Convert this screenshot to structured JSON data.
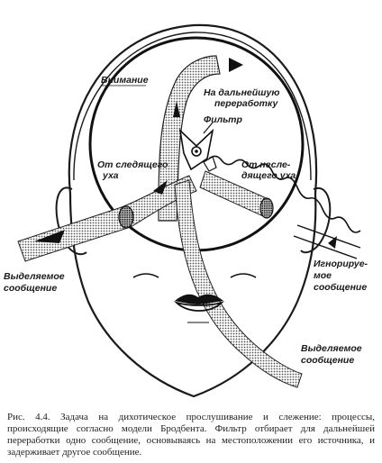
{
  "labels": {
    "attention": "Внимание",
    "further_processing_1": "На дальнейшую",
    "further_processing_2": "переработку",
    "filter": "Фильтр",
    "from_attended_1": "От следящего",
    "from_attended_2": "уха",
    "from_unattended_1": "От несле-",
    "from_unattended_2": "дящего уха",
    "selected_left_1": "Выделяемое",
    "selected_left_2": "сообщение",
    "ignored_1": "Игнорируе-",
    "ignored_2": "мое",
    "ignored_3": "сообщение",
    "selected_bottom_1": "Выделяемое",
    "selected_bottom_2": "сообщение"
  },
  "caption": "Рис. 4.4. Задача на дихотическое прослушивание и слежение: процессы, происходящие согласно модели Бродбента. Фильтр отбирает для дальней­шей переработки одно сообщение, основываясь на местоположении его источника, и задерживает другое сообщение."
}
